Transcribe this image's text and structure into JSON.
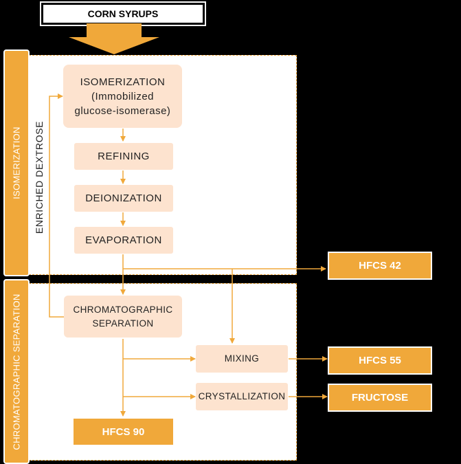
{
  "diagram": {
    "input_label": "CORN SYRUPS",
    "sections": {
      "isomerization": "ISOMERIZATION",
      "chromatographic": "CHROMATOGRAPHIC SEPARATION"
    },
    "loop_label": "ENRICHED DEXTROSE",
    "steps": {
      "isomerization_line1": "ISOMERIZATION",
      "isomerization_line2": "(Immobilized",
      "isomerization_line3": "glucose-isomerase)",
      "refining": "REFINING",
      "deionization": "DEIONIZATION",
      "evaporation": "EVAPORATION",
      "chromato_line1": "CHROMATOGRAPHIC",
      "chromato_line2": "SEPARATION",
      "mixing": "MIXING",
      "crystallization": "CRYSTALLIZATION"
    },
    "outputs": {
      "hfcs42": "HFCS 42",
      "hfcs55": "HFCS 55",
      "fructose": "FRUCTOSE",
      "hfcs90": "HFCS 90"
    },
    "colors": {
      "accent": "#f0a83a",
      "light_box": "#fde3cf",
      "background": "#000000",
      "panel": "#ffffff"
    }
  }
}
